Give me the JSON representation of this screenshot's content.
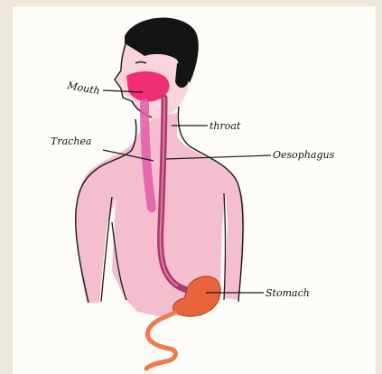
{
  "labels": {
    "mouth": "Mouth",
    "throat": "throat",
    "trachea": "Trachea",
    "oesophagus": "Oesophagus",
    "stomach": "Stomach"
  },
  "colors": {
    "skin": "#f2a9c0",
    "skin_dark": "#e384a6",
    "mouth": "#ef2e74",
    "oesophagus": "#a83a6c",
    "trachea": "#e05aa8",
    "stomach": "#e8643a",
    "intestine": "#f07a4a",
    "hair": "#141414",
    "ink": "#1a1a1a"
  }
}
